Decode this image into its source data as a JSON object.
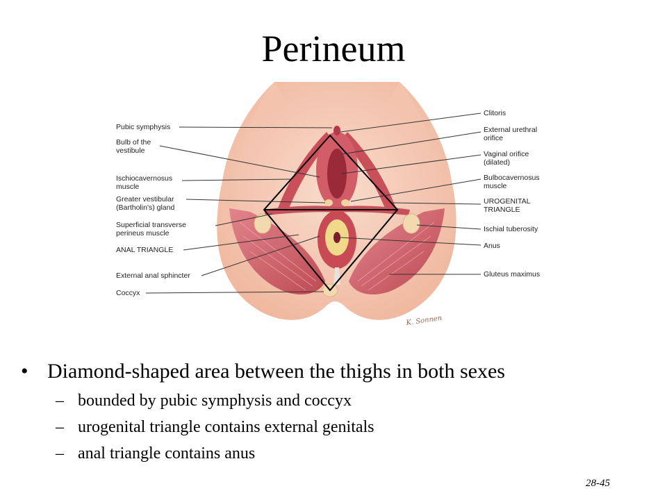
{
  "slide": {
    "title": "Perineum",
    "slide_number": "28-45"
  },
  "figure": {
    "labels_left": [
      "Pubic symphysis",
      "Bulb of the",
      "vestibule",
      "Ischiocavernosus",
      "muscle",
      "Greater vestibular",
      "(Bartholin's) gland",
      "Superficial transverse",
      "perineus muscle",
      "ANAL TRIANGLE",
      "External anal sphincter",
      "Coccyx"
    ],
    "labels_right": [
      "Clitoris",
      "External urethral",
      "orifice",
      "Vaginal orifice",
      "(dilated)",
      "Bulbocavernosus",
      "muscle",
      "UROGENITAL",
      "TRIANGLE",
      "Ischial tuberosity",
      "Anus",
      "Gluteus maximus"
    ],
    "signature": "K. Sonnen",
    "colors": {
      "skin": "#f6cfbb",
      "muscle": "#c84a55",
      "muscle_light": "#e8909a",
      "bone": "#f2d9b0"
    }
  },
  "bullets": [
    {
      "text": "Diamond-shaped area between the thighs in both sexes",
      "bullet": "•",
      "sub": [
        {
          "dash": "–",
          "text": "bounded by pubic symphysis and coccyx"
        },
        {
          "dash": "–",
          "text": "urogenital triangle contains external genitals"
        },
        {
          "dash": "–",
          "text": "anal triangle contains anus"
        }
      ]
    }
  ]
}
